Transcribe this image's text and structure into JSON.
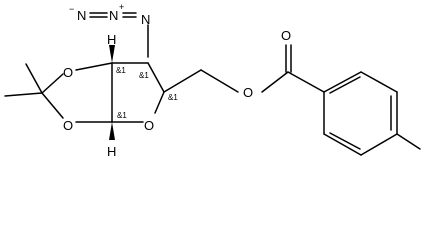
{
  "diagram": {
    "type": "chemical-structure",
    "atoms": {
      "azide_n_terminal": "N",
      "azide_n_middle": "N",
      "azide_n_bound": "N",
      "dioxolane_o_top": "O",
      "dioxolane_o_bottom": "O",
      "ring_o": "O",
      "ester_o_single": "O",
      "carbonyl_o": "O",
      "h_top": "H",
      "h_bottom": "H"
    },
    "charges": {
      "azide_n_terminal": "−",
      "azide_n_middle": "+"
    },
    "stereo_labels": {
      "c_top_left": "&1",
      "c_top_right": "&1",
      "c_right": "&1",
      "c_bottom_left": "&1"
    }
  }
}
